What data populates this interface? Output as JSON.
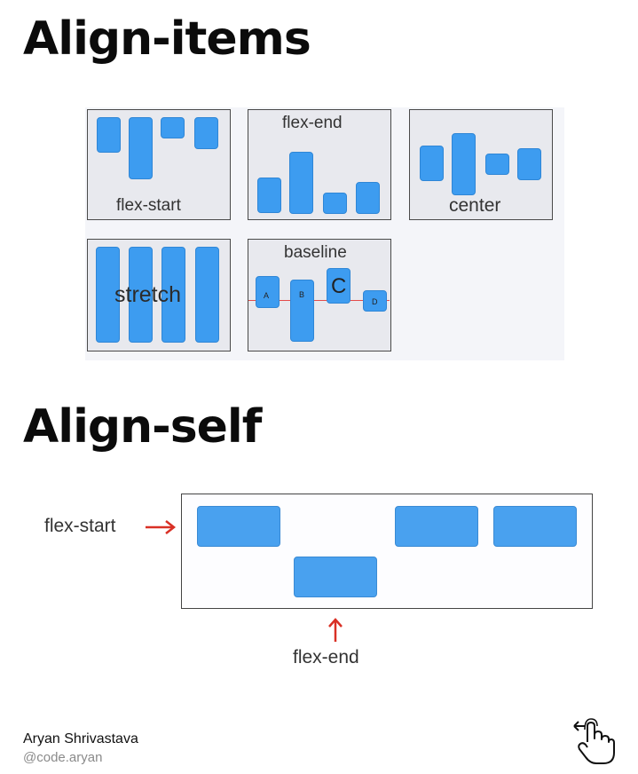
{
  "titles": {
    "align_items": "Align-items",
    "align_self": "Align-self"
  },
  "align_items": {
    "flex_start": "flex-start",
    "flex_end": "flex-end",
    "center": "center",
    "stretch": "stretch",
    "baseline": "baseline",
    "baseline_items": [
      "A",
      "B",
      "C",
      "D"
    ]
  },
  "align_self": {
    "left_label": "flex-start",
    "bottom_label": "flex-end"
  },
  "footer": {
    "author": "Aryan Shrivastava",
    "handle": "@code.aryan"
  },
  "colors": {
    "item_blue": "#3d9cf0",
    "arrow_red": "#d93025",
    "baseline_line": "#e34b4b"
  },
  "icons": [
    "arrow-right-icon",
    "arrow-up-icon",
    "swipe-hand-icon"
  ]
}
